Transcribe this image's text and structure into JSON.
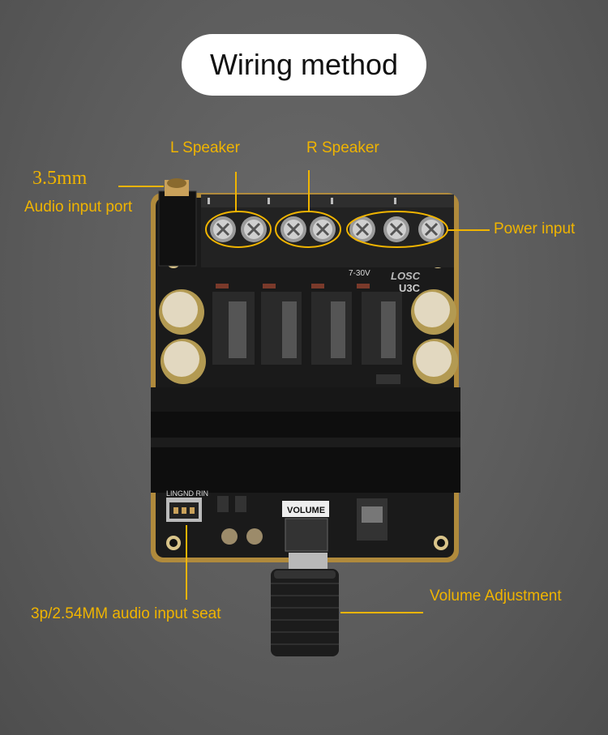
{
  "title": "Wiring method",
  "labels": {
    "l_speaker": "L Speaker",
    "r_speaker": "R Speaker",
    "audio_jack_size": "3.5mm",
    "audio_input_port": "Audio input port",
    "power_input": "Power input",
    "audio_input_seat": "3p/2.54MM audio input seat",
    "volume_adjustment": "Volume Adjustment"
  },
  "board_markings": {
    "voltage": "7-30V",
    "brand": "LOSC",
    "model": "U3C",
    "volume": "VOLUME",
    "pins": "LINGND RIN"
  },
  "colors": {
    "annotation": "#f0b400",
    "background": "#5c5c5c",
    "pcb": "#1a1a1a",
    "heatsink": "#0e0e0e",
    "terminal": "#222222"
  }
}
